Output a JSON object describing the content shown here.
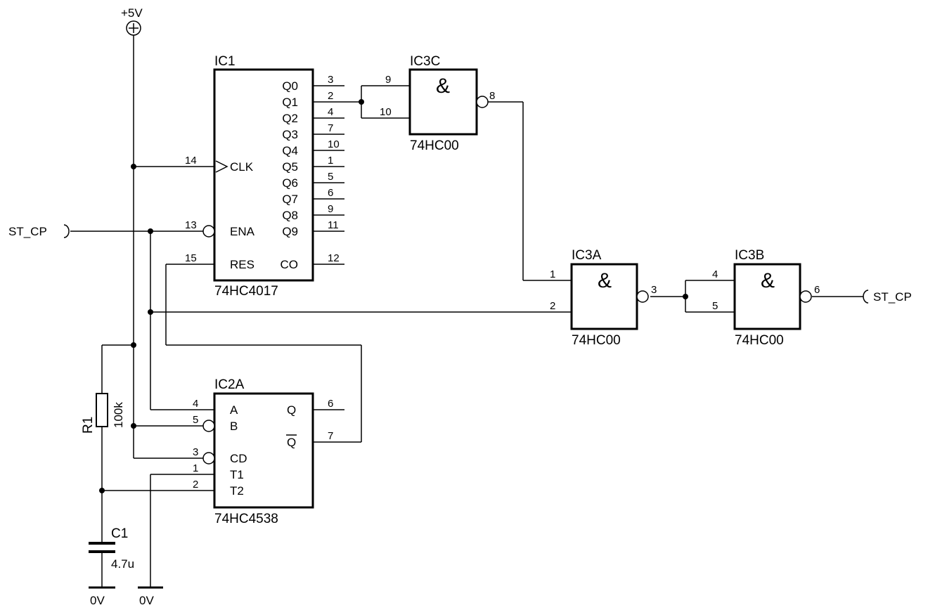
{
  "supply": {
    "label": "+5V"
  },
  "net_labels": {
    "st_cp_in": "ST_CP",
    "st_cp_out": "ST_CP"
  },
  "ic1": {
    "ref": "IC1",
    "part": "74HC4017",
    "outputs": [
      {
        "name": "Q0",
        "pin": "3"
      },
      {
        "name": "Q1",
        "pin": "2"
      },
      {
        "name": "Q2",
        "pin": "4"
      },
      {
        "name": "Q3",
        "pin": "7"
      },
      {
        "name": "Q4",
        "pin": "10"
      },
      {
        "name": "Q5",
        "pin": "1"
      },
      {
        "name": "Q6",
        "pin": "5"
      },
      {
        "name": "Q7",
        "pin": "6"
      },
      {
        "name": "Q8",
        "pin": "9"
      },
      {
        "name": "Q9",
        "pin": "11"
      }
    ],
    "co": {
      "name": "CO",
      "pin": "12"
    },
    "clk": {
      "name": "CLK",
      "pin": "14"
    },
    "ena": {
      "name": "ENA",
      "pin": "13"
    },
    "res": {
      "name": "RES",
      "pin": "15"
    }
  },
  "ic3c": {
    "ref": "IC3C",
    "part": "74HC00",
    "symbol": "&",
    "in1": "9",
    "in2": "10",
    "out": "8"
  },
  "ic3a": {
    "ref": "IC3A",
    "part": "74HC00",
    "symbol": "&",
    "in1": "1",
    "in2": "2",
    "out": "3"
  },
  "ic3b": {
    "ref": "IC3B",
    "part": "74HC00",
    "symbol": "&",
    "in1": "4",
    "in2": "5",
    "out": "6"
  },
  "ic2a": {
    "ref": "IC2A",
    "part": "74HC4538",
    "inputs": [
      {
        "name": "A",
        "pin": "4"
      },
      {
        "name": "B",
        "pin": "5"
      },
      {
        "name": "CD",
        "pin": "3"
      },
      {
        "name": "T1",
        "pin": "1"
      },
      {
        "name": "T2",
        "pin": "2"
      }
    ],
    "q": {
      "name": "Q",
      "pin": "6"
    },
    "qn": {
      "name": "Q",
      "pin": "7"
    }
  },
  "r1": {
    "ref": "R1",
    "value": "100k"
  },
  "c1": {
    "ref": "C1",
    "value": "4.7u"
  },
  "grounds": [
    {
      "label": "0V"
    },
    {
      "label": "0V"
    }
  ]
}
